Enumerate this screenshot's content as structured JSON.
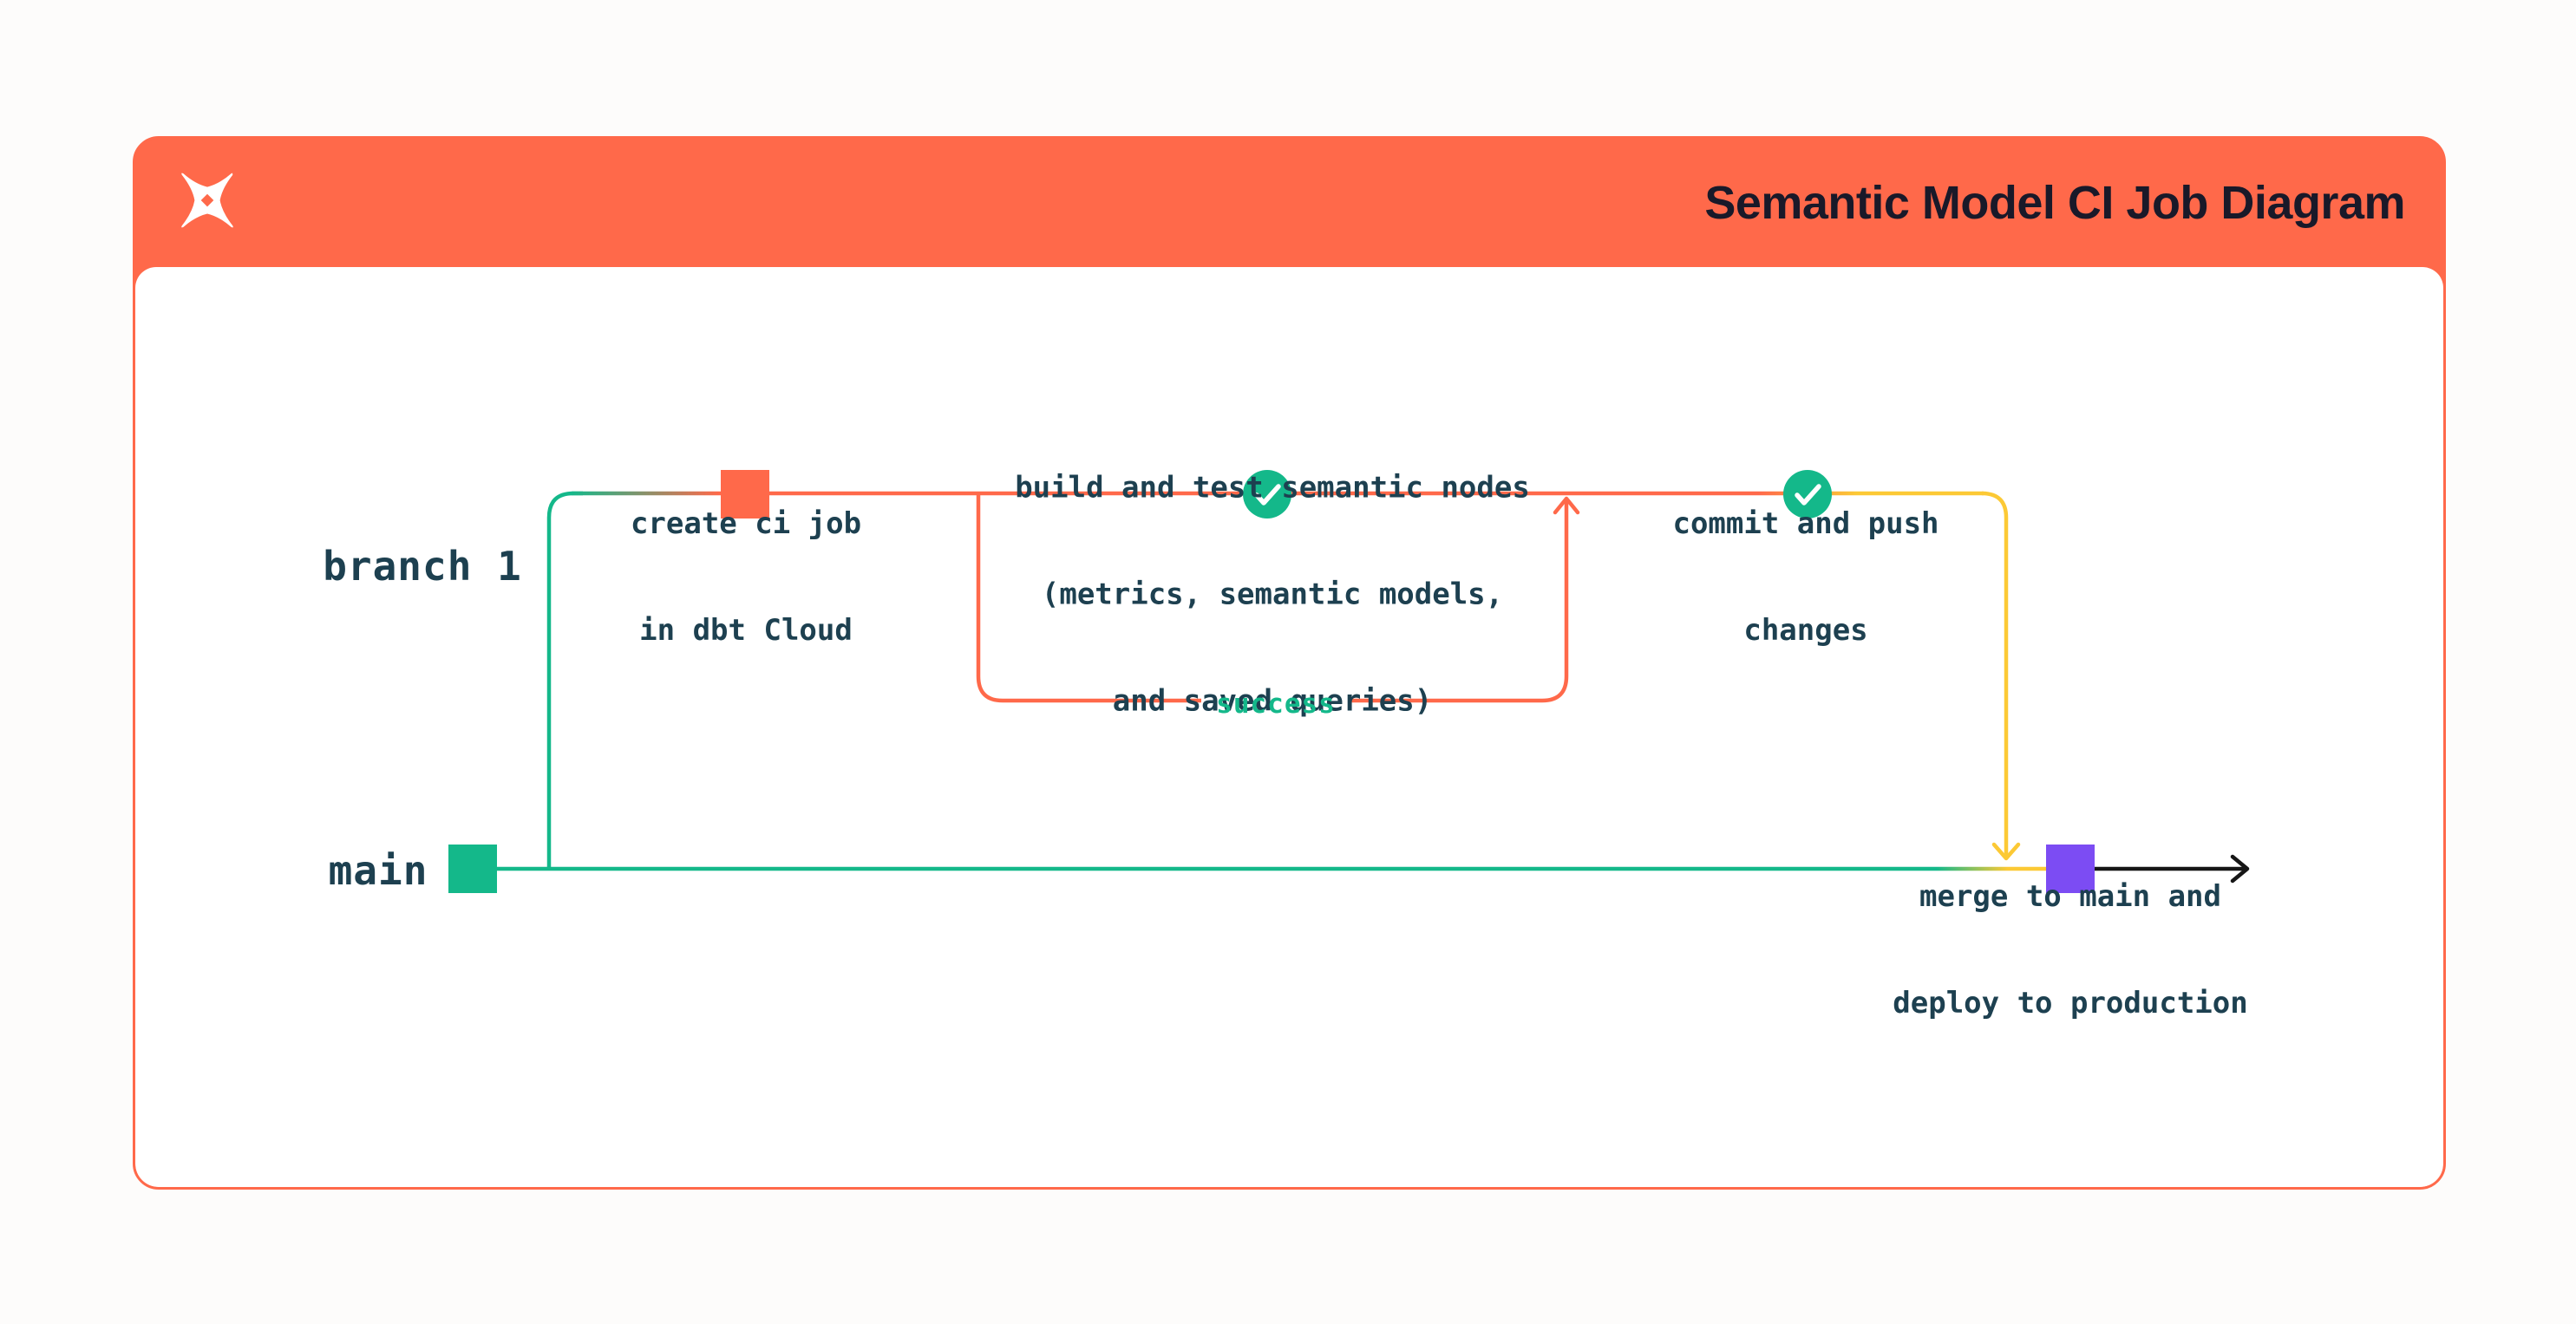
{
  "header": {
    "title": "Semantic Model CI Job Diagram",
    "logo": "dbt-logo"
  },
  "diagram": {
    "branch_labels": {
      "branch1": "branch 1",
      "main": "main"
    },
    "nodes": {
      "create_ci": {
        "marker": "orange-commit-square",
        "lines": [
          "create ci job",
          "in dbt Cloud"
        ]
      },
      "build_test": {
        "marker": "check-circle",
        "lines": [
          "build and test semantic nodes",
          "(metrics, semantic models,",
          "and saved queries)"
        ]
      },
      "commit_push": {
        "marker": "check-circle",
        "lines": [
          "commit and push",
          "changes"
        ]
      },
      "merge": {
        "marker": "purple-commit-square",
        "lines": [
          "merge to main and",
          "deploy to production"
        ]
      }
    },
    "edge_labels": {
      "success": "success"
    },
    "colors": {
      "orange": "#ff694a",
      "green": "#14b88a",
      "yellow": "#fcc935",
      "purple": "#7c4cf3",
      "arrow_black": "#161616",
      "text_ink": "#1d4050",
      "title_ink": "#191929",
      "card_bg": "#ffffff",
      "page_bg": "#fdfcfb"
    }
  }
}
